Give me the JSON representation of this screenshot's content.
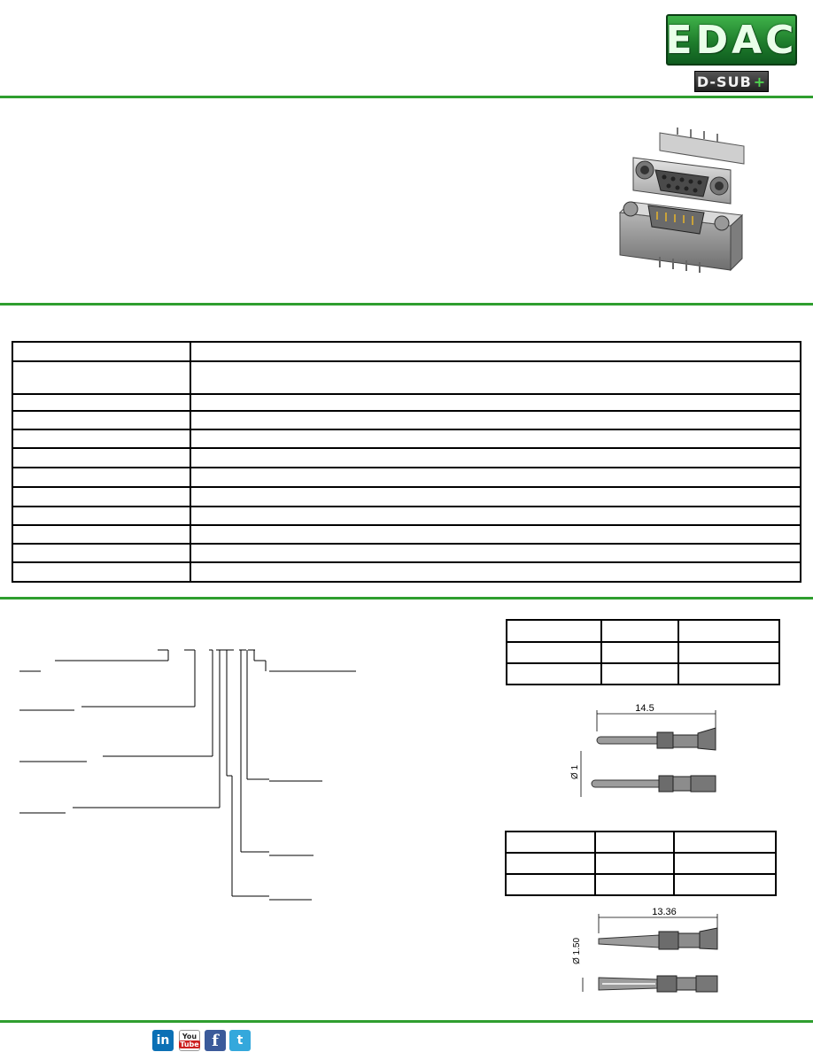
{
  "logo": {
    "brand": "EDAC",
    "product_prefix": "D-SUB",
    "product_suffix": "+"
  },
  "footer": {
    "social": [
      {
        "name": "LinkedIn",
        "glyph": "in",
        "icon": "linkedin-icon"
      },
      {
        "name": "YouTube",
        "glyph_top": "You",
        "glyph_bottom": "Tube",
        "icon": "youtube-icon"
      },
      {
        "name": "Facebook",
        "glyph": "f",
        "icon": "facebook-icon"
      },
      {
        "name": "Twitter",
        "glyph": "t",
        "icon": "twitter-icon"
      }
    ]
  },
  "drawings": {
    "male_contact": {
      "length": "14.5",
      "diameter": "Ø 1"
    },
    "female_contact": {
      "length": "13.36",
      "diameter": "Ø 1.50"
    }
  },
  "colors": {
    "accent": "#2f9e2f",
    "logo_green": "#1f7d2c",
    "connector_grey": "#8c8c8c"
  }
}
